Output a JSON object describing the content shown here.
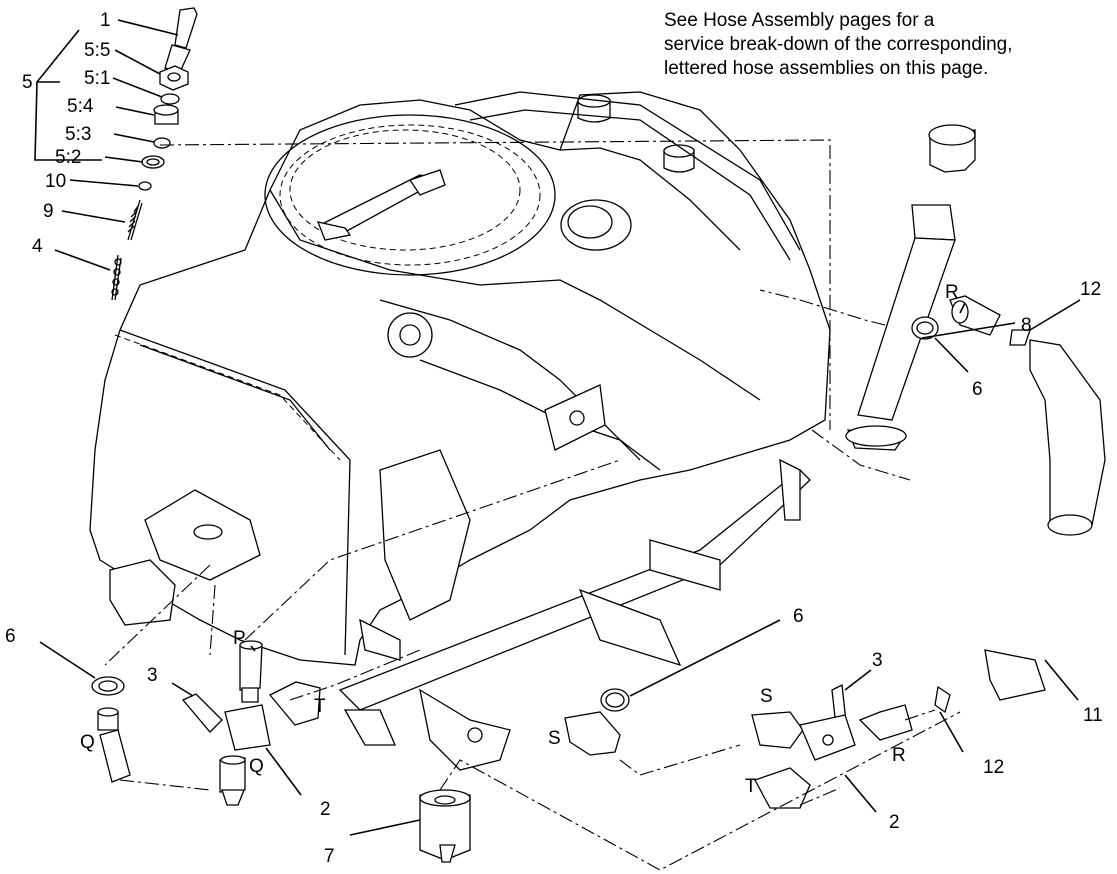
{
  "note": {
    "line1": "See Hose Assembly pages for a",
    "line2": "service break-down of the corresponding,",
    "line3": "lettered hose assemblies on this page."
  },
  "callouts": [
    {
      "id": "1",
      "text": "1"
    },
    {
      "id": "5-5",
      "text": "5:5"
    },
    {
      "id": "5-1",
      "text": "5:1"
    },
    {
      "id": "5",
      "text": "5"
    },
    {
      "id": "5-4",
      "text": "5:4"
    },
    {
      "id": "5-3",
      "text": "5:3"
    },
    {
      "id": "5-2",
      "text": "5:2"
    },
    {
      "id": "10",
      "text": "10"
    },
    {
      "id": "9",
      "text": "9"
    },
    {
      "id": "4",
      "text": "4"
    },
    {
      "id": "8",
      "text": "8"
    },
    {
      "id": "R-top",
      "text": "R"
    },
    {
      "id": "12-top",
      "text": "12"
    },
    {
      "id": "6-right",
      "text": "6"
    },
    {
      "id": "11",
      "text": "11"
    },
    {
      "id": "6-left",
      "text": "6"
    },
    {
      "id": "P",
      "text": "P"
    },
    {
      "id": "3-left",
      "text": "3"
    },
    {
      "id": "T-left",
      "text": "T"
    },
    {
      "id": "Q-left",
      "text": "Q"
    },
    {
      "id": "Q-right",
      "text": "Q"
    },
    {
      "id": "2-left",
      "text": "2"
    },
    {
      "id": "7",
      "text": "7"
    },
    {
      "id": "6-mid",
      "text": "6"
    },
    {
      "id": "S-left",
      "text": "S"
    },
    {
      "id": "S-right",
      "text": "S"
    },
    {
      "id": "3-right",
      "text": "3"
    },
    {
      "id": "R-bottom",
      "text": "R"
    },
    {
      "id": "12-bottom",
      "text": "12"
    },
    {
      "id": "T-right",
      "text": "T"
    },
    {
      "id": "2-right",
      "text": "2"
    }
  ]
}
